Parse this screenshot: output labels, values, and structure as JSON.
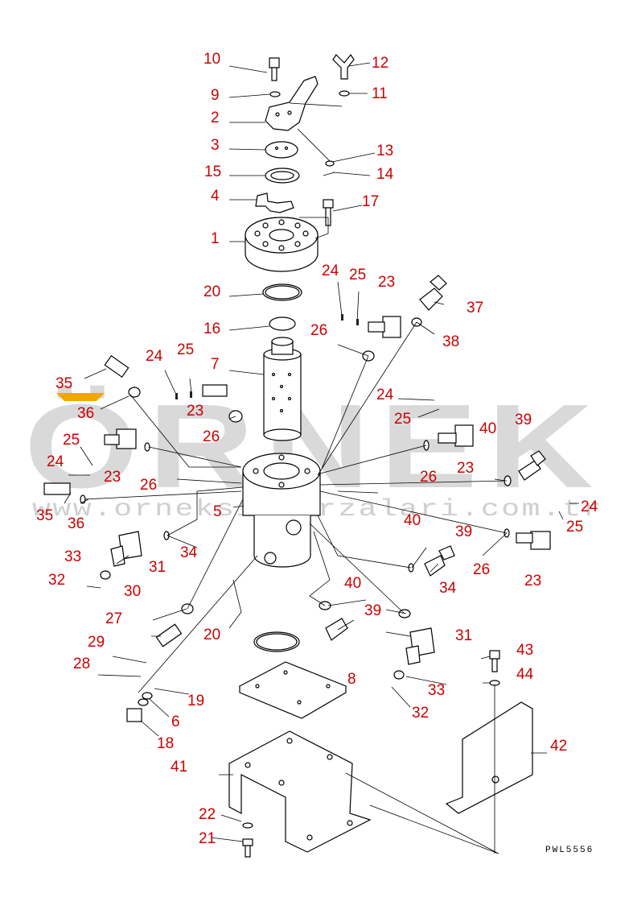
{
  "watermark": {
    "brand": "ÖRNEK",
    "url": "www.orneksinkarzalari.com.tr",
    "accent_color": "#f0a800",
    "text_color": "#d9d9d9"
  },
  "drawing_code": "PWL5556",
  "label_color": "#cc0000",
  "callouts": [
    "10",
    "12",
    "9",
    "11",
    "2",
    "13",
    "3",
    "15",
    "14",
    "4",
    "17",
    "1",
    "24",
    "25",
    "23",
    "37",
    "20",
    "16",
    "26",
    "38",
    "7",
    "24",
    "25",
    "35",
    "23",
    "36",
    "24",
    "25",
    "26",
    "40",
    "39",
    "25",
    "24",
    "23",
    "23",
    "26",
    "26",
    "24",
    "35",
    "36",
    "5",
    "40",
    "39",
    "25",
    "34",
    "33",
    "31",
    "26",
    "32",
    "23",
    "30",
    "40",
    "34",
    "27",
    "39",
    "31",
    "29",
    "20",
    "28",
    "19",
    "8",
    "33",
    "6",
    "32",
    "18",
    "43",
    "44",
    "42",
    "41",
    "22",
    "21"
  ]
}
